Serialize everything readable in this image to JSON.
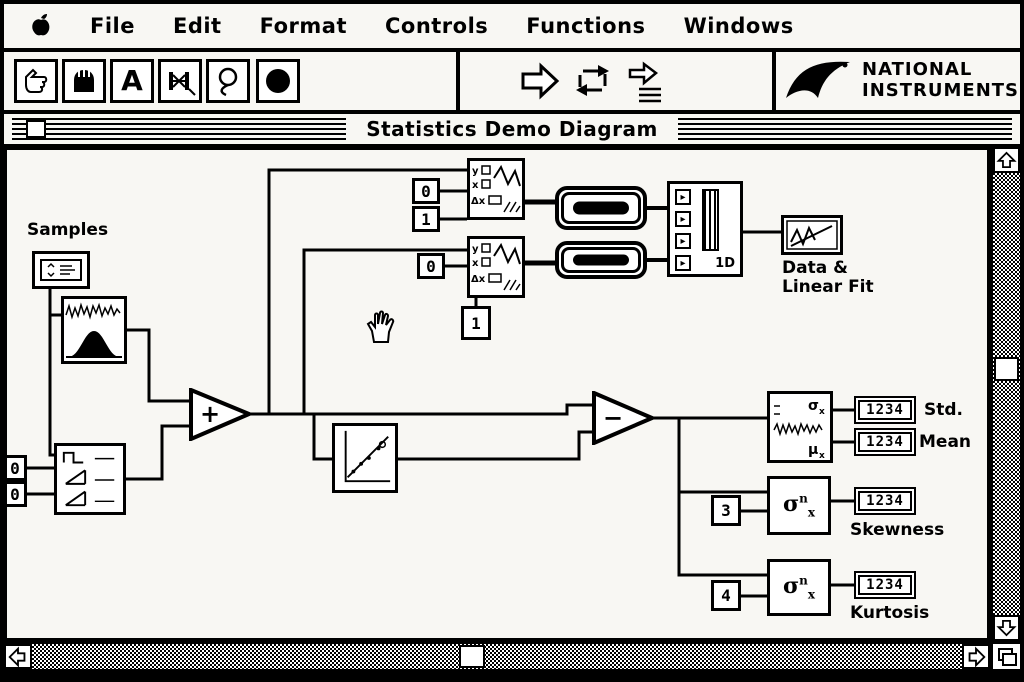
{
  "menu": {
    "items": [
      "File",
      "Edit",
      "Format",
      "Controls",
      "Functions",
      "Windows"
    ]
  },
  "toolbar": {
    "logo": {
      "line1": "NATIONAL",
      "line2": "INSTRUMENTS"
    }
  },
  "window": {
    "title": "Statistics Demo Diagram"
  },
  "icons": {
    "text_tool": "A",
    "array_element": "▸"
  },
  "diagram": {
    "samples_label": "Samples",
    "const_0a": "0",
    "const_1a": "1",
    "const_0b": "0",
    "const_1b": "1",
    "edge_const_a": "0",
    "edge_const_b": "0",
    "const_3": "3",
    "const_4": "4",
    "add_sign": "+",
    "sub_sign": "−",
    "mm_y": "y",
    "mm_x": "x",
    "mm_dx": "Δx",
    "build_array_label": "1D",
    "graph_label_line1": "Data &",
    "graph_label_line2": "Linear Fit",
    "stat_sigma": "σ",
    "stat_sigma_sub": "x",
    "stat_mu": "μ",
    "stat_mu_sub": "x",
    "sigma": "σ",
    "sigma_sup": "n",
    "sigma_sub": "x",
    "std_value": "1234",
    "mean_value": "1234",
    "skew_value": "1234",
    "kurt_value": "1234",
    "std_label": "Std.",
    "mean_label": "Mean",
    "skew_label": "Skewness",
    "kurt_label": "Kurtosis"
  },
  "colors": {
    "ink": "#000000",
    "paper": "#ffffff"
  }
}
